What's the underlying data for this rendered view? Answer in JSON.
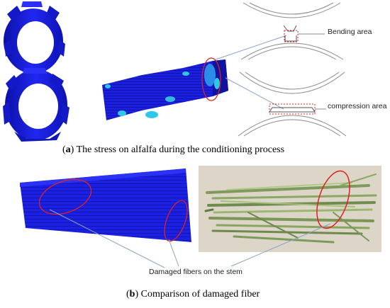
{
  "panel_a": {
    "label": "a",
    "caption": " The stress on alfalfa during the conditioning process",
    "annotations": {
      "bending": "Bending area",
      "compression": "compression area"
    }
  },
  "panel_b": {
    "label": "b",
    "caption": " Comparison of damaged fiber",
    "annotation": "Damaged fibers on the stem"
  },
  "colors": {
    "model_blue": "#1a1fe0",
    "stress_cyan": "#2ec7e8",
    "highlight_red": "#e02020",
    "leader_line": "#8aa3c8",
    "roller_line": "#8a8a8a"
  }
}
